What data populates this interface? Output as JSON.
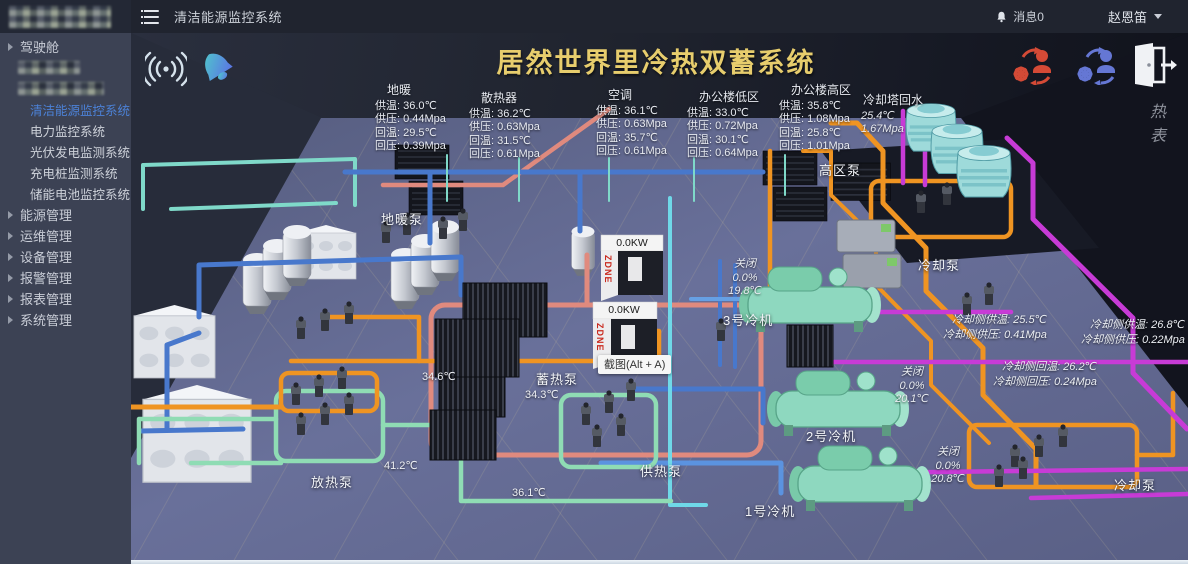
{
  "topbar": {
    "title": "清洁能源监控系统",
    "messages": "消息0",
    "user": "赵恩笛"
  },
  "sidebar": {
    "items": [
      {
        "label": "驾驶舱",
        "kind": "top"
      },
      {
        "label": "",
        "kind": "blurred"
      },
      {
        "label": "",
        "kind": "blurred"
      },
      {
        "label": "清洁能源监控系统",
        "kind": "sub",
        "active": true
      },
      {
        "label": "电力监控系统",
        "kind": "sub"
      },
      {
        "label": "光伏发电监测系统",
        "kind": "sub"
      },
      {
        "label": "充电桩监测系统",
        "kind": "sub"
      },
      {
        "label": "储能电池监控系统",
        "kind": "sub"
      },
      {
        "label": "能源管理",
        "kind": "top"
      },
      {
        "label": "运维管理",
        "kind": "top"
      },
      {
        "label": "设备管理",
        "kind": "top"
      },
      {
        "label": "报警管理",
        "kind": "top"
      },
      {
        "label": "报表管理",
        "kind": "top"
      },
      {
        "label": "系统管理",
        "kind": "top"
      }
    ]
  },
  "scene": {
    "title": "居然世界里冷热双蓄系统",
    "meter": "热表",
    "stations": [
      {
        "name": "地暖",
        "lines": [
          "供温: 36.0℃",
          "供压: 0.44Mpa",
          "回温: 29.5℃",
          "回压: 0.39Mpa"
        ]
      },
      {
        "name": "散热器",
        "lines": [
          "供温: 36.2℃",
          "供压: 0.63Mpa",
          "回温: 31.5℃",
          "回压: 0.61Mpa"
        ]
      },
      {
        "name": "空调",
        "lines": [
          "供温: 36.1℃",
          "供压: 0.63Mpa",
          "回温: 35.7℃",
          "回压: 0.61Mpa"
        ]
      },
      {
        "name": "办公楼低区",
        "lines": [
          "供温: 33.0℃",
          "供压: 0.72Mpa",
          "回温: 30.1℃",
          "回压: 0.64Mpa"
        ]
      },
      {
        "name": "办公楼高区",
        "lines": [
          "供温: 35.8℃",
          "供压: 1.08Mpa",
          "回温: 25.8℃",
          "回压: 1.01Mpa"
        ]
      },
      {
        "name": "冷却塔回水",
        "lines": [
          "25.4℃",
          "1.67Mpa"
        ]
      }
    ],
    "pumps": {
      "gaoqu": "高区泵",
      "dinuan": "地暖泵",
      "xure": "蓄热泵",
      "fangre": "放热泵",
      "gongre": "供热泵",
      "lengque_top": "冷却泵",
      "lengque_bottom": "冷却泵"
    },
    "chillers": [
      {
        "name": "3号冷机",
        "status": [
          "关闭",
          "0.0%",
          "19.8℃"
        ]
      },
      {
        "name": "2号冷机",
        "status": [
          "关闭",
          "0.0%",
          "20.1℃"
        ]
      },
      {
        "name": "1号冷机",
        "status": [
          "关闭",
          "0.0%",
          "20.8℃"
        ]
      }
    ],
    "cooling_readouts": [
      {
        "lines": [
          "冷却侧供温: 25.5℃",
          "冷却侧供压: 0.41Mpa"
        ]
      },
      {
        "lines": [
          "冷却侧供温: 26.8℃",
          "冷却侧供压: 0.22Mpa"
        ]
      },
      {
        "lines": [
          "冷却侧回温: 26.2℃",
          "冷却侧回压: 0.24Mpa"
        ]
      }
    ],
    "temps": [
      "34.6℃",
      "34.3℃",
      "41.2℃",
      "36.1℃"
    ],
    "boilers": [
      {
        "power": "0.0KW",
        "brand": "ZDNE"
      },
      {
        "power": "0.0KW",
        "brand": "ZDNE"
      }
    ],
    "tooltip": "截图(Alt + A)"
  },
  "colors": {
    "accent_blue": "#4c82d8",
    "title_gold": "#e7cd6d",
    "pipe_blue": "#4878cc",
    "pipe_teal": "#7fd9c9",
    "pipe_mint": "#8fdcb4",
    "pipe_cyan": "#6fd8e8",
    "pipe_orange": "#ef9422",
    "pipe_magenta": "#c73bd6",
    "pipe_salmon": "#e08a7e",
    "equip_mint": "#8ed8bf",
    "tower_cyan": "#9edada"
  }
}
